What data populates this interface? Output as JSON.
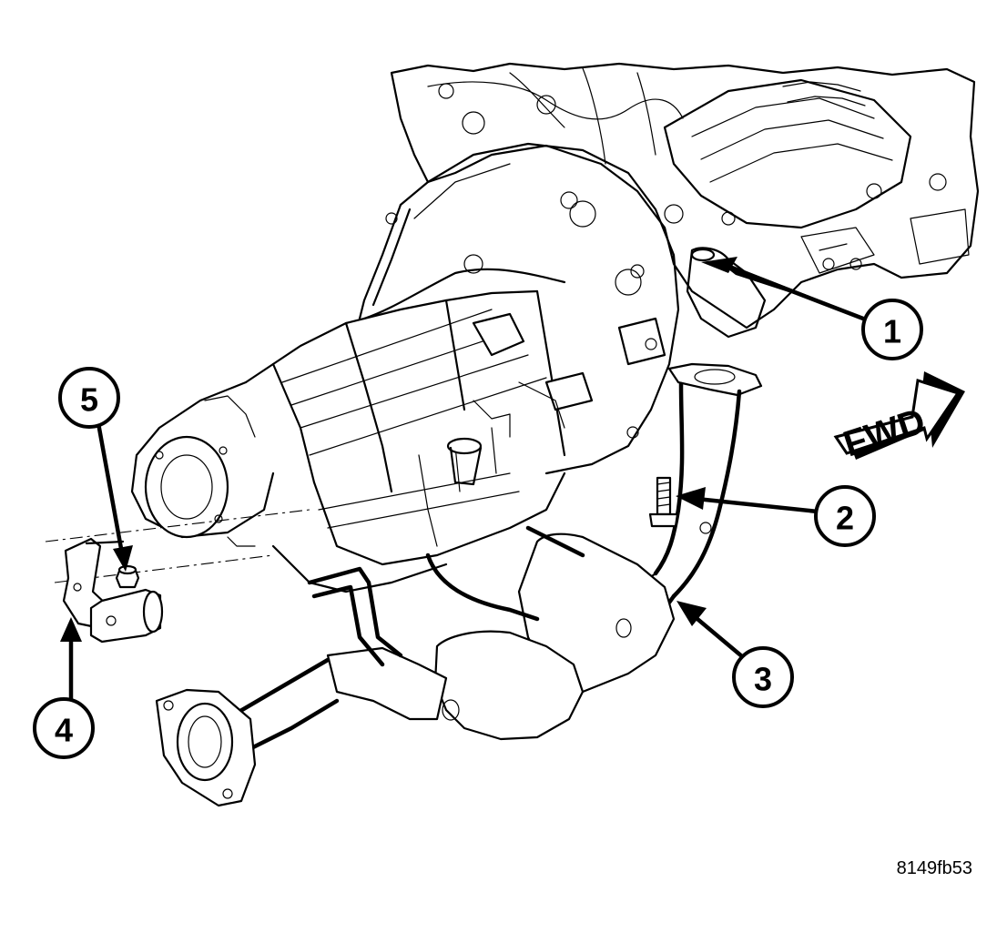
{
  "callouts": [
    {
      "label": "1"
    },
    {
      "label": "2"
    },
    {
      "label": "3"
    },
    {
      "label": "4"
    },
    {
      "label": "5"
    }
  ],
  "direction_label": "FWD",
  "figure_reference": "8149fb53"
}
